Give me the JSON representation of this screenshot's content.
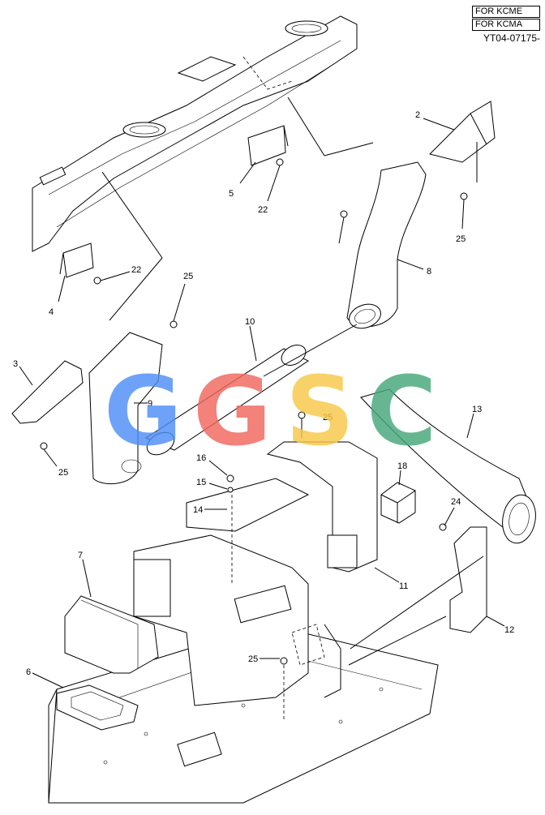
{
  "header": {
    "label_kcme": "FOR KCME",
    "label_kcma": "FOR KCMA",
    "serial": "YT04-07175-"
  },
  "watermark": {
    "letters": [
      "G",
      "G",
      "S",
      "C"
    ],
    "colors": [
      "#4f8ef7",
      "#f0675e",
      "#f7c948",
      "#45a87a"
    ]
  },
  "callouts": [
    "2",
    "5",
    "22",
    "25",
    "8",
    "4",
    "22",
    "25",
    "10",
    "3",
    "9",
    "25",
    "25",
    "13",
    "16",
    "15",
    "14",
    "18",
    "24",
    "7",
    "11",
    "12",
    "6",
    "25"
  ]
}
